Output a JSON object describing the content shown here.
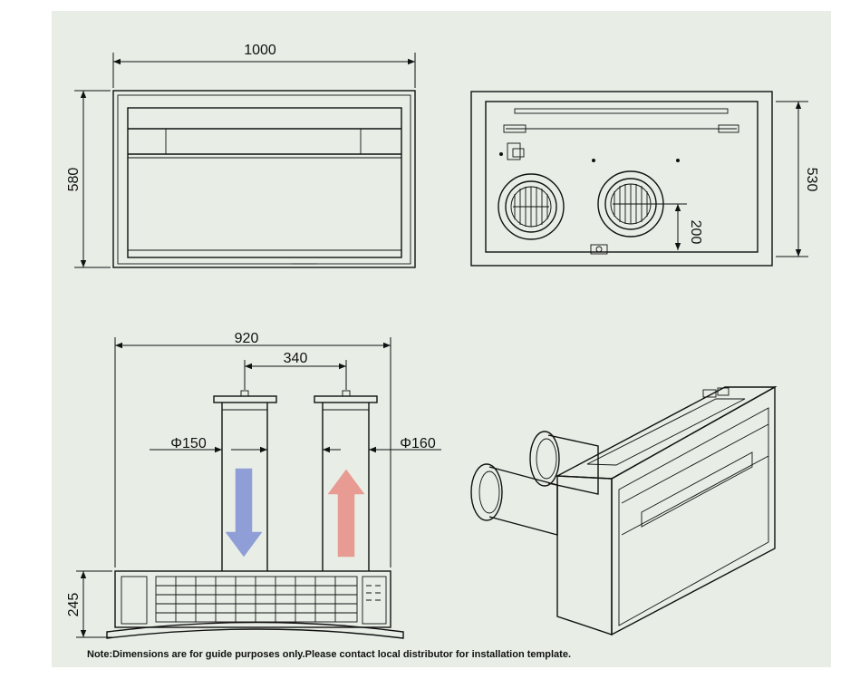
{
  "front_view": {
    "width_label": "1000",
    "height_label": "580"
  },
  "rear_view": {
    "height_label": "530",
    "duct_offset_label": "200"
  },
  "top_view": {
    "width_label": "920",
    "duct_spacing_label": "340",
    "left_duct_label": "Φ150",
    "right_duct_label": "Φ160",
    "depth_label": "245"
  },
  "note": "Note:Dimensions are for guide purposes only.Please contact local distributor for installation template.",
  "colors": {
    "background": "#e8eee6",
    "intake_arrow": "#8f9ed6",
    "exhaust_arrow": "#e79b93"
  }
}
